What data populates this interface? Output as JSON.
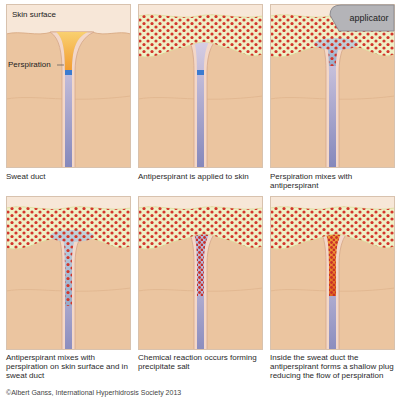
{
  "diagram": {
    "nodes": [
      {
        "text": [
          "applicator"
        ]
      }
    ],
    "labels": [
      "Skin surface",
      "Perspiration",
      "Sweat duct",
      "Antiperspirant is applied to skin",
      "Perspiration mixes with antiperspirant",
      "Antiperspirant mixes with perspiration on skin surface and in sweat duct",
      "Chemical reaction occurs forming precipitate salt",
      "Inside the sweat duct the antiperspirant forms a shallow plug reducing the flow of perspiration",
      "©Albert Ganss, International Hyperhidrosis Society 2013"
    ]
  }
}
